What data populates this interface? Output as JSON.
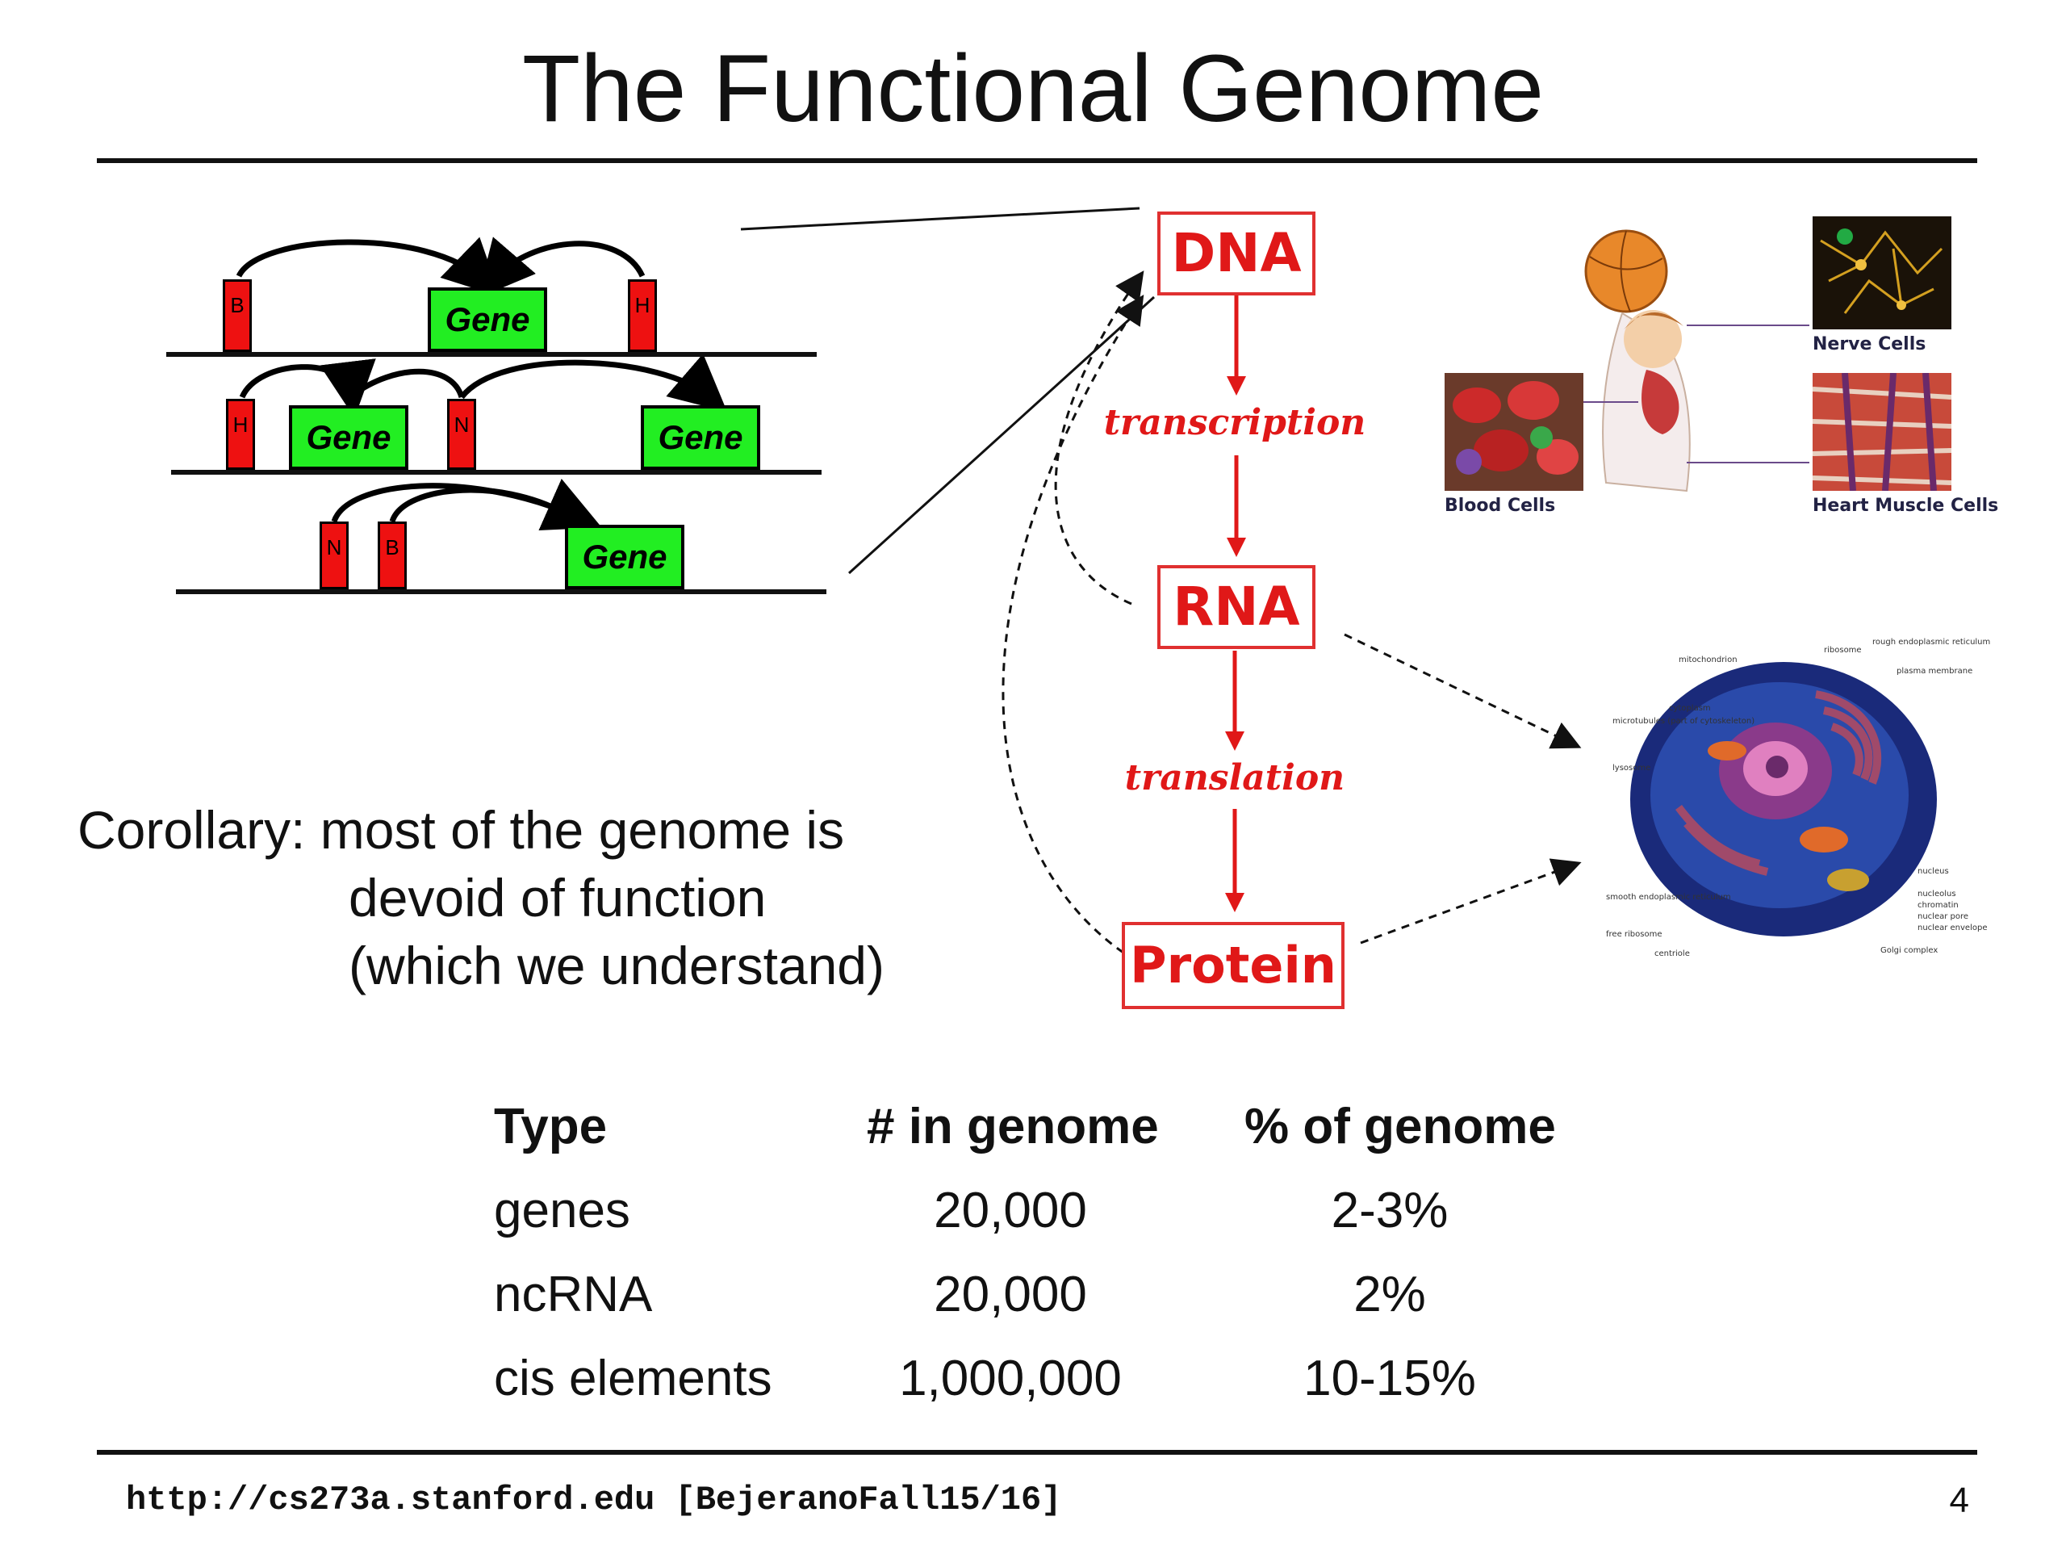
{
  "title": "The Functional Genome",
  "corollary": {
    "line1": "Corollary: most of the genome is",
    "line2": "devoid of function",
    "line3": "(which we understand)"
  },
  "regulation_diagram": {
    "gene_label": "Gene",
    "element_labels": [
      "B",
      "H",
      "H",
      "N",
      "N",
      "B"
    ],
    "colors": {
      "gene": "#22ee22",
      "element": "#ee1111"
    }
  },
  "central_dogma": {
    "nodes": [
      "DNA",
      "RNA",
      "Protein"
    ],
    "steps": [
      "transcription",
      "translation"
    ],
    "color": "#e01818"
  },
  "cell_types": {
    "labels": [
      "Nerve Cells",
      "Blood Cells",
      "Heart Muscle Cells"
    ]
  },
  "cell_diagram": {
    "labels": [
      "mitochondrion",
      "ribosome",
      "rough endoplasmic reticulum",
      "plasma membrane",
      "cytoplasm",
      "microtubules (part of cytoskeleton)",
      "lysosome",
      "nucleus",
      "nucleolus",
      "chromatin",
      "nuclear pore",
      "nuclear envelope",
      "smooth endoplasmic reticulum",
      "free ribosome",
      "centriole",
      "Golgi complex"
    ]
  },
  "table": {
    "headers": [
      "Type",
      "# in genome",
      "% of genome"
    ],
    "rows": [
      [
        "genes",
        "20,000",
        "2-3%"
      ],
      [
        "ncRNA",
        "20,000",
        "2%"
      ],
      [
        "cis elements",
        "1,000,000",
        "10-15%"
      ]
    ]
  },
  "footer": {
    "url": "http://cs273a.stanford.edu [BejeranoFall15/16]",
    "page_number": "4"
  }
}
